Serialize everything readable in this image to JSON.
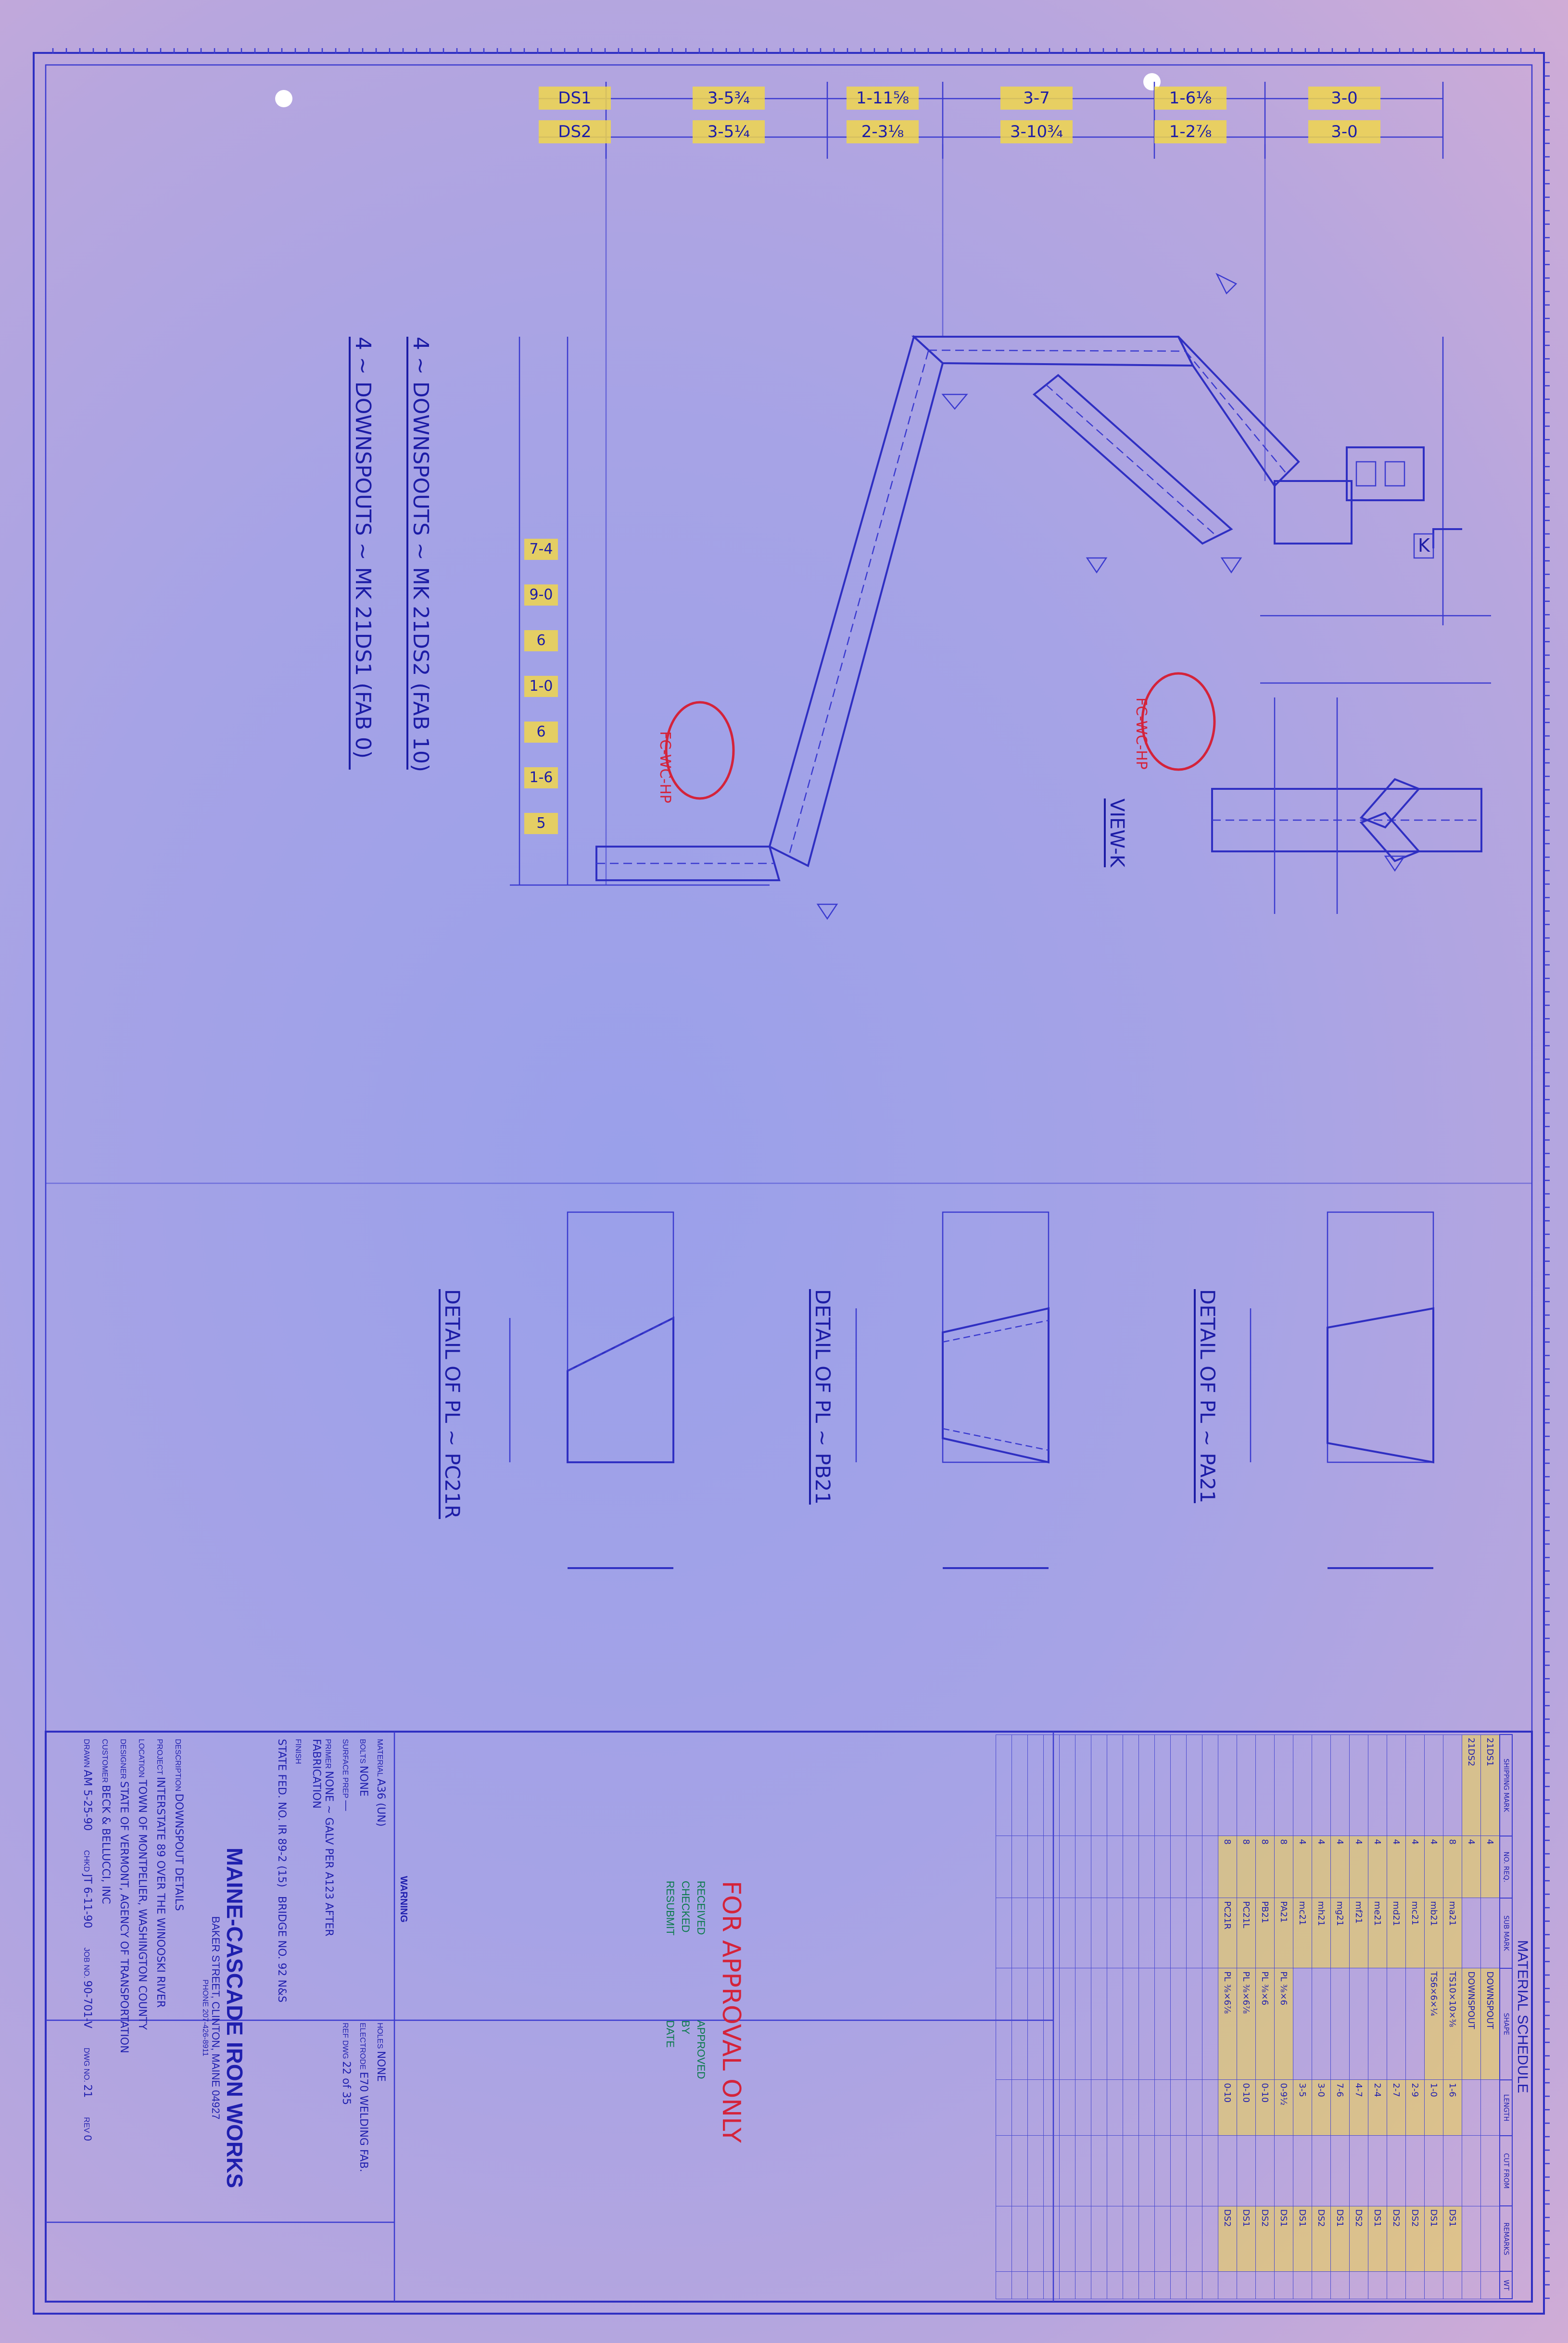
{
  "company": {
    "name": "MAINE-CASCADE IRON WORKS",
    "address": "BAKER STREET, CLINTON, MAINE 04927",
    "phone": "PHONE 207-426-8911"
  },
  "notes": {
    "n1": "4 ~ DOWNSPOUTS ~ MK 21DS1 (FAB 0)",
    "n2": "4 ~ DOWNSPOUTS ~ MK 21DS2 (FAB 10)",
    "view": "VIEW-K",
    "view_marker": "K"
  },
  "details": {
    "d1": "DETAIL OF PL ~ PC21R",
    "d2": "DETAIL OF PL ~ PB21",
    "d3": "DETAIL OF PL ~ PA21"
  },
  "dims_top": [
    "DS1",
    "DS2",
    "3-5¾",
    "3-5¼",
    "1-11⅝",
    "2-3⅛",
    "3-7",
    "3-10¾",
    "1-6⅛",
    "1-2⅞",
    "3-0",
    "3-0"
  ],
  "dims_side": [
    "7-4",
    "9-0",
    "6",
    "1-0",
    "6",
    "1-6",
    "5"
  ],
  "ref_labels": [
    "FC-WC-HP",
    "FC-WC-HP"
  ],
  "schedule": {
    "title": "MATERIAL SCHEDULE",
    "columns": [
      "SHIPPING MARK",
      "NO. REQ.",
      "SUB MARK",
      "SHAPE",
      "LENGTH",
      "CUT FROM",
      "REMARKS",
      "WT"
    ],
    "rows": [
      [
        "21DS1",
        "4",
        "",
        "DOWNSPOUT",
        "",
        "",
        "",
        ""
      ],
      [
        "21DS2",
        "4",
        "",
        "DOWNSPOUT",
        "",
        "",
        "",
        ""
      ],
      [
        "",
        "8",
        "ma21",
        "TS10×10×⅜",
        "1-6",
        "",
        "DS1",
        ""
      ],
      [
        "",
        "4",
        "mb21",
        "TS6×6×¼",
        "1-0",
        "",
        "DS1",
        ""
      ],
      [
        "",
        "4",
        "mc21",
        "",
        "2-9",
        "",
        "DS2",
        ""
      ],
      [
        "",
        "4",
        "md21",
        "",
        "2-7",
        "",
        "DS2",
        ""
      ],
      [
        "",
        "4",
        "me21",
        "",
        "2-4",
        "",
        "DS1",
        ""
      ],
      [
        "",
        "4",
        "mf21",
        "",
        "4-7",
        "",
        "DS2",
        ""
      ],
      [
        "",
        "4",
        "mg21",
        "",
        "7-6",
        "",
        "DS1",
        ""
      ],
      [
        "",
        "4",
        "mh21",
        "",
        "3-0",
        "",
        "DS2",
        ""
      ],
      [
        "",
        "4",
        "mc21",
        "",
        "3-5",
        "",
        "DS1",
        ""
      ],
      [
        "",
        "8",
        "PA21",
        "PL ⅜×6",
        "0-9½",
        "",
        "DS1",
        ""
      ],
      [
        "",
        "8",
        "PB21",
        "PL ⅜×6",
        "0-10",
        "",
        "DS2",
        ""
      ],
      [
        "",
        "8",
        "PC21L",
        "PL ⅜×6⅞",
        "0-10",
        "",
        "DS1",
        ""
      ],
      [
        "",
        "8",
        "PC21R",
        "PL ⅜×6⅞",
        "0-10",
        "",
        "DS2",
        ""
      ]
    ]
  },
  "stamp": {
    "received": "RECEIVED",
    "checked": "CHECKED",
    "resubmit": "RESUBMIT",
    "approved": "APPROVED",
    "by": "BY",
    "date": "DATE",
    "approval": "FOR APPROVAL ONLY",
    "warning": "WARNING"
  },
  "title_block": {
    "material": "A36 (UN)",
    "holes": "NONE",
    "bolts": "NONE",
    "electrode": "E70 WELDING FAB.",
    "surface_prep": "—",
    "ref_dwg": "22 of 35",
    "primer": "NONE ~ GALV PER A123 AFTER FABRICATION",
    "finish": "",
    "state": "STATE FED. NO. IR 89-2 (15)",
    "bridge": "BRIDGE NO. 92 N&S",
    "description": "DOWNSPOUT DETAILS",
    "project": "INTERSTATE 89 OVER THE WINOOSKI RIVER",
    "location": "TOWN OF MONTPELIER, WASHINGTON COUNTY",
    "designer": "STATE OF VERMONT, AGENCY OF TRANSPORTATION",
    "customer": "BECK & BELLUCCI, INC",
    "drawn": "AM 5-25-90",
    "checked_by": "JT 6-11-90",
    "job_no": "90-701-V",
    "dwg_no": "21",
    "rev": "0"
  }
}
